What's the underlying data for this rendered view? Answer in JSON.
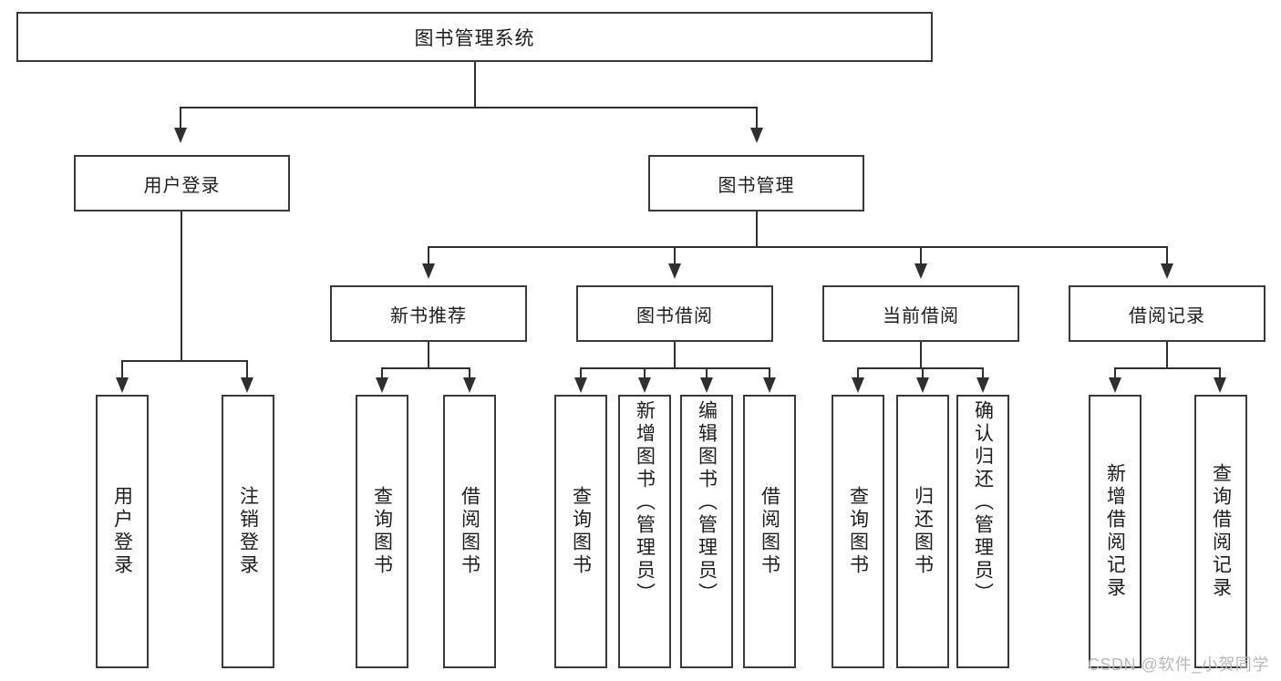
{
  "diagram": {
    "type": "tree-hierarchy",
    "title": "图书管理系统",
    "watermark": "CSDN @软件_小贺同学",
    "colors": {
      "box_border": "#3a3a3a",
      "edge": "#2f2f2f",
      "background": "#ffffff",
      "text": "#1d1d1d",
      "watermark": "#b9b9b9"
    },
    "levels": {
      "root": {
        "label": "图书管理系统"
      },
      "level2": [
        {
          "label": "用户登录"
        },
        {
          "label": "图书管理"
        }
      ],
      "level3": [
        {
          "label": "新书推荐"
        },
        {
          "label": "图书借阅"
        },
        {
          "label": "当前借阅"
        },
        {
          "label": "借阅记录"
        }
      ],
      "leaves": {
        "user_login": [
          {
            "label": "用户登录"
          },
          {
            "label": "注销登录"
          }
        ],
        "new_book_recommend": [
          {
            "label": "查询图书"
          },
          {
            "label": "借阅图书"
          }
        ],
        "book_borrow": [
          {
            "label": "查询图书"
          },
          {
            "label": "新增图书（管理员）"
          },
          {
            "label": "编辑图书（管理员）"
          },
          {
            "label": "借阅图书"
          }
        ],
        "current_borrow": [
          {
            "label": "查询图书"
          },
          {
            "label": "归还图书"
          },
          {
            "label": "确认归还（管理员）"
          }
        ],
        "borrow_record": [
          {
            "label": "新增借阅记录"
          },
          {
            "label": "查询借阅记录"
          }
        ]
      }
    }
  }
}
